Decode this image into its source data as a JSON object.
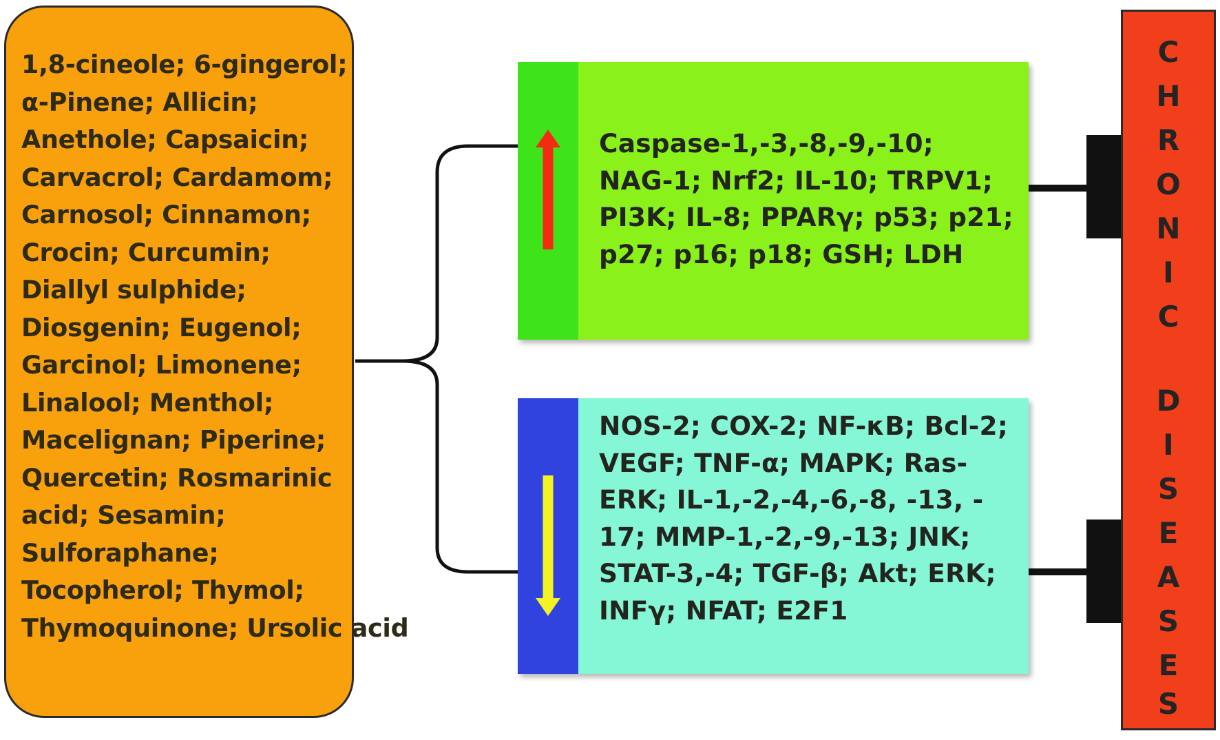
{
  "compounds": {
    "lines": [
      "1,8-cineole; 6-gingerol;",
      "α-Pinene; Allicin;",
      "Anethole; Capsaicin;",
      "Carvacrol; Cardamom;",
      "Carnosol; Cinnamon;",
      "Crocin; Curcumin;",
      "Diallyl sulphide;",
      "Diosgenin; Eugenol;",
      "Garcinol; Limonene;",
      "Linalool; Menthol;",
      "Macelignan; Piperine;",
      "Quercetin; Rosmarinic",
      "acid; Sesamin;",
      "Sulforaphane;",
      "Tocopherol; Thymol;",
      "Thymoquinone; Ursolic acid"
    ]
  },
  "upregulated": {
    "arrow_color": "#f52a12",
    "lines": [
      "Caspase-1,-3,-8,-9,-10;",
      "NAG-1; Nrf2; IL-10; TRPV1;",
      "PI3K; IL-8; PPARγ; p53; p21;",
      "p27; p16; p18; GSH; LDH"
    ]
  },
  "downregulated": {
    "arrow_color": "#f2f224",
    "lines": [
      "NOS-2; COX-2; NF-κB; Bcl-2;",
      "VEGF; TNF-α; MAPK; Ras-",
      "ERK; IL-1,-2,-4,-6,-8, -13, -",
      "17; MMP-1,-2,-9,-13; JNK;",
      "STAT-3,-4; TGF-β; Akt; ERK;",
      "INFγ; NFAT; E2F1"
    ]
  },
  "disease": {
    "letters": [
      "C",
      "H",
      "R",
      "O",
      "N",
      "I",
      "C",
      "D",
      "I",
      "S",
      "E",
      "A",
      "S",
      "E",
      "S"
    ]
  },
  "colors": {
    "compounds_box": "#f9a10c",
    "up_box": "#8af21a",
    "up_strip": "#3ee319",
    "down_box": "#86f7d6",
    "down_strip": "#3043de",
    "disease_box": "#f23f1b"
  }
}
